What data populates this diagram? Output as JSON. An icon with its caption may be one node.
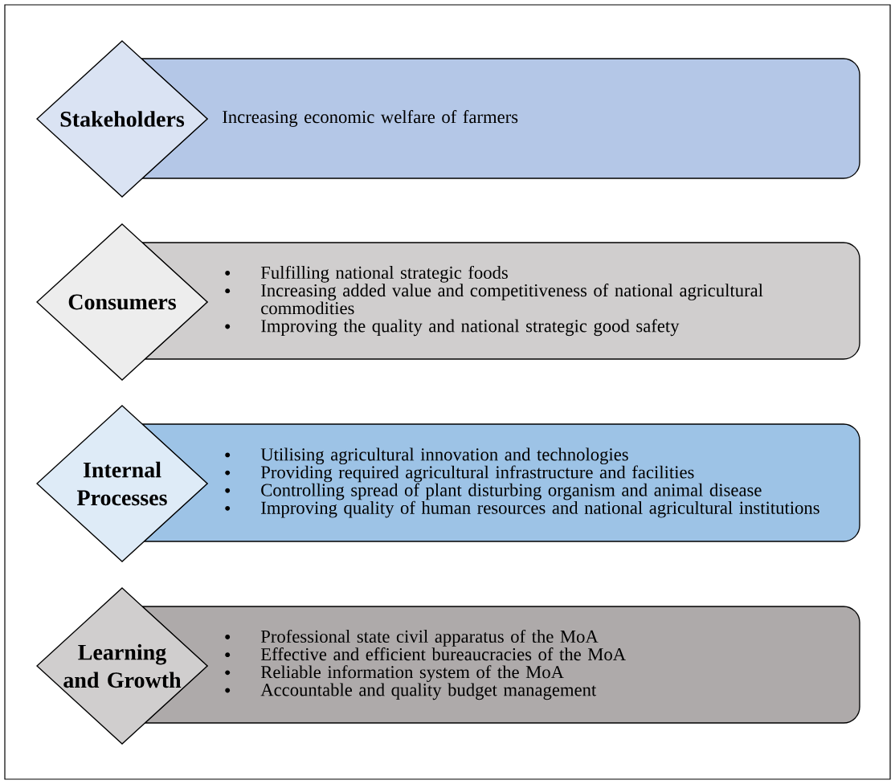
{
  "diagram": {
    "nodes": [
      {
        "text": [
          "Stakeholders"
        ]
      },
      {
        "text": [
          "Increasing economic welfare of farmers"
        ]
      },
      {
        "text": [
          "Consumers"
        ]
      },
      {
        "text": [
          "Fulfilling national strategic foods",
          "Increasing added value and competitiveness of national agricultural commodities",
          "Improving the quality and national strategic good safety"
        ]
      },
      {
        "text": [
          "Internal Processes"
        ]
      },
      {
        "text": [
          "Utilising agricultural innovation and technologies",
          "Providing required agricultural infrastructure and facilities",
          "Controlling spread of plant disturbing organism and animal disease",
          "Improving quality of human resources and national agricultural institutions"
        ]
      },
      {
        "text": [
          "Learning and Growth"
        ]
      },
      {
        "text": [
          "Professional state civil apparatus of the MoA",
          "Effective and efficient bureaucracies of the MoA",
          "Reliable information system of the MoA",
          "Accountable and quality budget management"
        ]
      }
    ]
  }
}
